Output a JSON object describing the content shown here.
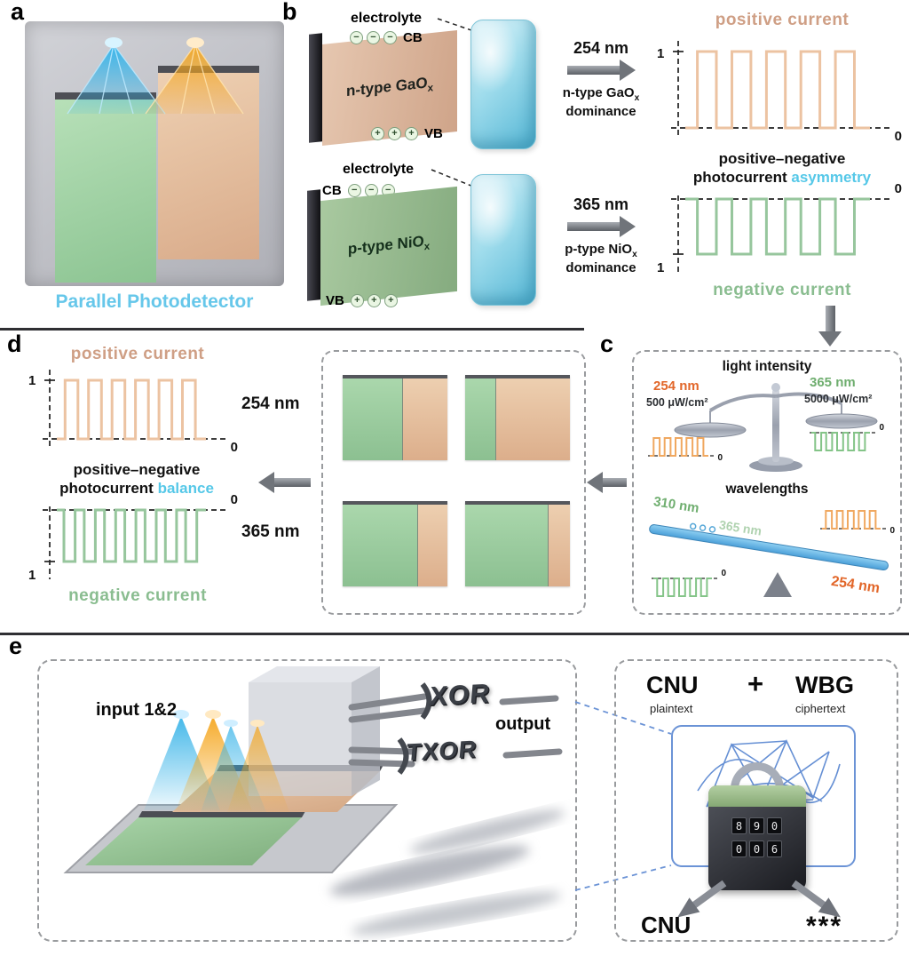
{
  "symbols": {
    "minus": "−",
    "plus": "+",
    "one": "1",
    "zero": "0"
  },
  "colors": {
    "positive_wave": "#ecc3a2",
    "positive_text": "#cf9f85",
    "negative_wave": "#97c69d",
    "negative_text": "#8abd90",
    "accent_cyan": "#56c8e8",
    "title_blue": "#66c7ea",
    "orange_uv": "#e2672a",
    "green_365": "#6fae6f",
    "mini_orange": "#f0a860",
    "mini_green": "#84c488"
  },
  "panel_a": {
    "label": "a",
    "caption": "Parallel Photodetector"
  },
  "panel_b": {
    "label": "b",
    "electrolyte": "electrolyte",
    "cb": "CB",
    "vb": "VB",
    "n_material": "n-type GaO",
    "n_sub": "x",
    "p_material": "p-type NiO",
    "p_sub": "x",
    "arrow1": {
      "nm": "254 nm",
      "mat": "n-type GaO",
      "sub": "x",
      "word": "dominance"
    },
    "arrow2": {
      "nm": "365 nm",
      "mat": "p-type NiO",
      "sub": "x",
      "word": "dominance"
    }
  },
  "waves_top": {
    "positive": "positive current",
    "negative": "negative current",
    "line1": "positive–negative",
    "line2": "photocurrent",
    "accent": "asymmetry"
  },
  "panel_d": {
    "label": "d",
    "positive": "positive current",
    "negative": "negative current",
    "line1": "positive–negative",
    "line2": "photocurrent",
    "accent": "balance",
    "nm_top": "254 nm",
    "nm_bottom": "365 nm"
  },
  "panel_c": {
    "label": "c",
    "title1": "light intensity",
    "uv_nm": "254 nm",
    "uv_power": "500 μW/cm²",
    "vis_nm": "365 nm",
    "vis_power": "5000 μW/cm²",
    "title2": "wavelengths",
    "s310": "310 nm",
    "s365": "365 nm",
    "s254": "254 nm"
  },
  "middle_devices": {
    "green_fractions": [
      0.58,
      0.3,
      0.72,
      0.8
    ]
  },
  "panel_e": {
    "label": "e",
    "input": "input 1&2",
    "gate1": "XOR",
    "gate2": "TXOR",
    "output": "output",
    "cnu": "CNU",
    "plus": "+",
    "wbg": "WBG",
    "plaintext": "plaintext",
    "ciphertext": "ciphertext",
    "result_cnu": "CNU",
    "result_stars": "***",
    "lock_row1": [
      "8",
      "9",
      "0"
    ],
    "lock_row2": [
      "0",
      "0",
      "6"
    ]
  }
}
